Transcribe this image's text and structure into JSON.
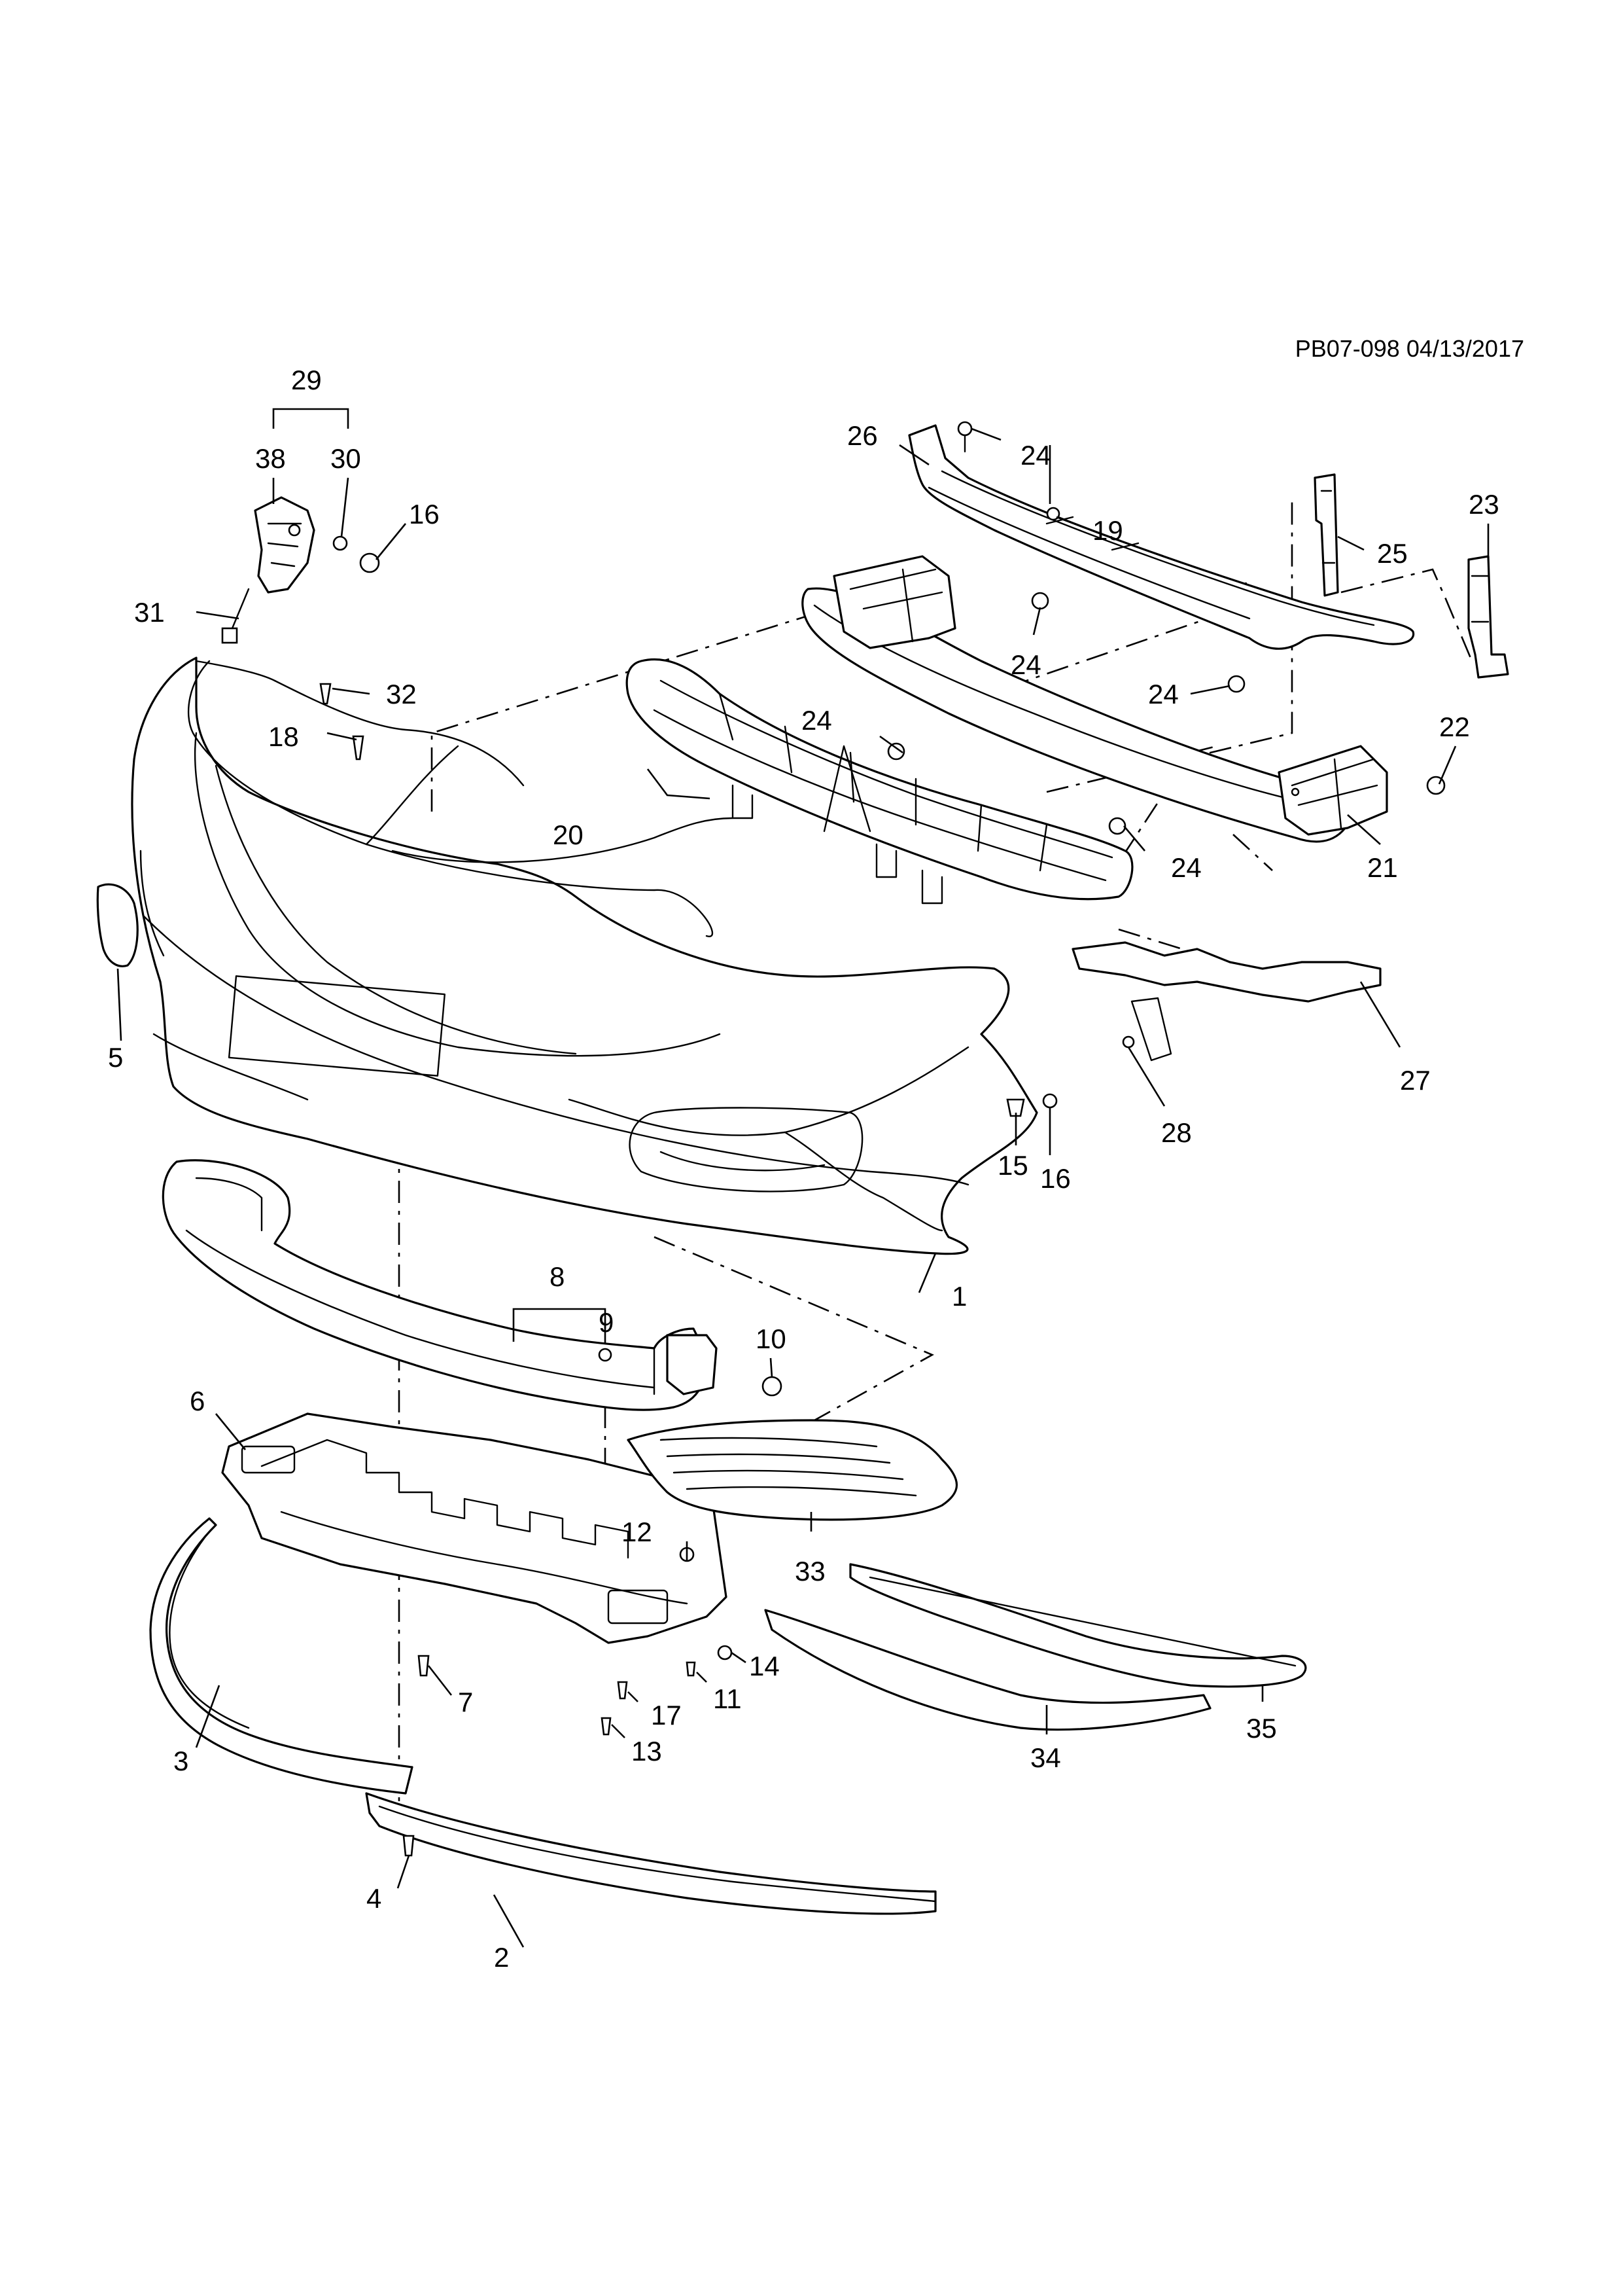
{
  "diagram_ref": "PB07-098 04/13/2017",
  "callouts": [
    {
      "id": "c1",
      "text": "1"
    },
    {
      "id": "c2",
      "text": "2"
    },
    {
      "id": "c3",
      "text": "3"
    },
    {
      "id": "c4",
      "text": "4"
    },
    {
      "id": "c5",
      "text": "5"
    },
    {
      "id": "c6",
      "text": "6"
    },
    {
      "id": "c7",
      "text": "7"
    },
    {
      "id": "c8",
      "text": "8"
    },
    {
      "id": "c9",
      "text": "9"
    },
    {
      "id": "c10",
      "text": "10"
    },
    {
      "id": "c11",
      "text": "11"
    },
    {
      "id": "c12",
      "text": "12"
    },
    {
      "id": "c13",
      "text": "13"
    },
    {
      "id": "c14",
      "text": "14"
    },
    {
      "id": "c15",
      "text": "15"
    },
    {
      "id": "c16a",
      "text": "16"
    },
    {
      "id": "c16b",
      "text": "16"
    },
    {
      "id": "c17",
      "text": "17"
    },
    {
      "id": "c18",
      "text": "18"
    },
    {
      "id": "c19",
      "text": "19"
    },
    {
      "id": "c20",
      "text": "20"
    },
    {
      "id": "c21",
      "text": "21"
    },
    {
      "id": "c22",
      "text": "22"
    },
    {
      "id": "c23",
      "text": "23"
    },
    {
      "id": "c24a",
      "text": "24"
    },
    {
      "id": "c24b",
      "text": "24"
    },
    {
      "id": "c24c",
      "text": "24"
    },
    {
      "id": "c24d",
      "text": "24"
    },
    {
      "id": "c24e",
      "text": "24"
    },
    {
      "id": "c25",
      "text": "25"
    },
    {
      "id": "c26",
      "text": "26"
    },
    {
      "id": "c27",
      "text": "27"
    },
    {
      "id": "c28",
      "text": "28"
    },
    {
      "id": "c29",
      "text": "29"
    },
    {
      "id": "c30",
      "text": "30"
    },
    {
      "id": "c31",
      "text": "31"
    },
    {
      "id": "c32",
      "text": "32"
    },
    {
      "id": "c33",
      "text": "33"
    },
    {
      "id": "c34",
      "text": "34"
    },
    {
      "id": "c35",
      "text": "35"
    },
    {
      "id": "c38",
      "text": "38"
    }
  ]
}
